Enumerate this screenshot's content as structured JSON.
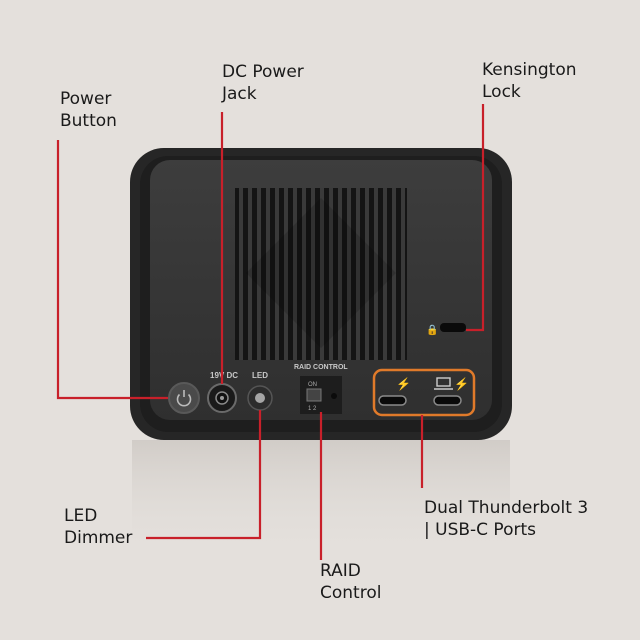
{
  "callouts": {
    "power_button": [
      "Power",
      "Button"
    ],
    "dc_power_jack": [
      "DC Power",
      "Jack"
    ],
    "kensington_lock": [
      "Kensington",
      "Lock"
    ],
    "led_dimmer": [
      "LED",
      "Dimmer"
    ],
    "raid_control": [
      "RAID",
      "Control"
    ],
    "thunderbolt_ports": [
      "Dual Thunderbolt 3",
      "| USB-C Ports"
    ]
  },
  "device_labels": {
    "dc_jack": "19V DC",
    "led": "LED",
    "raid": "RAID CONTROL",
    "switch_on": "ON",
    "switch_positions": "1  2"
  },
  "colors": {
    "background": "#e4e0dc",
    "leader_line": "#c8202a",
    "device_body": "#2b2b2b",
    "device_face": "#3a3a3a",
    "port_outline": "#e07a2a"
  },
  "icons": {
    "power": "power-icon",
    "laptop": "laptop-icon",
    "bolt": "thunderbolt-icon",
    "lock": "lock-icon"
  }
}
